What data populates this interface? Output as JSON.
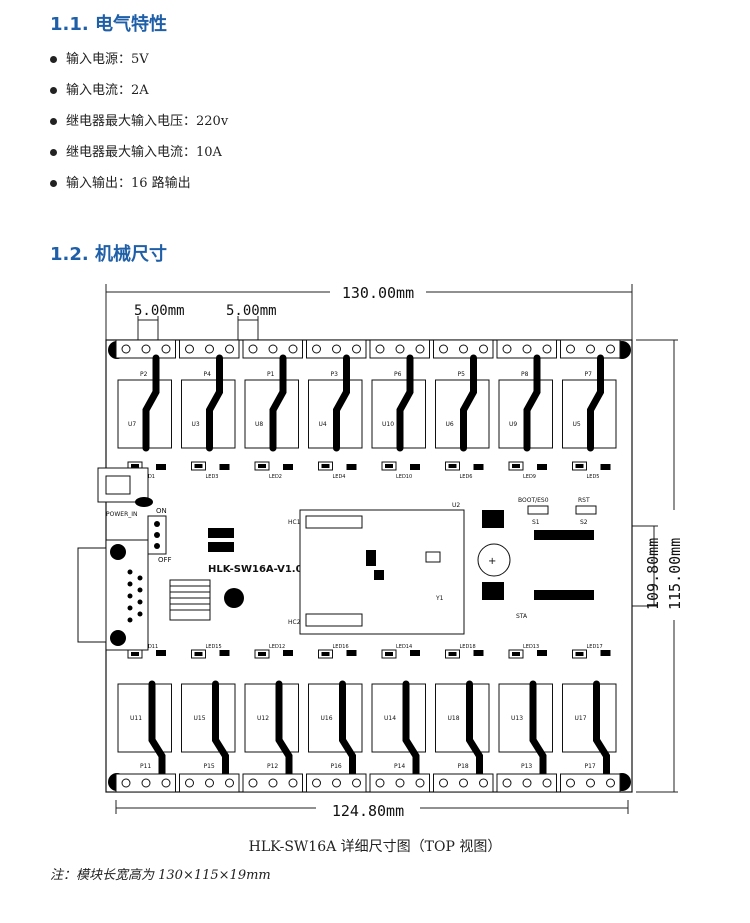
{
  "sections": {
    "electrical": {
      "title": "1.1. 电气特性",
      "items": [
        "输入电源：5V",
        "输入电流：2A",
        "继电器最大输入电压：220v",
        "继电器最大输入电流：10A",
        "输入输出：16 路输出"
      ]
    },
    "mechanical": {
      "title": "1.2. 机械尺寸"
    }
  },
  "drawing": {
    "dims": {
      "width_top": "130.00mm",
      "pitch_left": "5.00mm",
      "pitch_right": "5.00mm",
      "height_inner": "109.80mm",
      "height_outer": "115.00mm",
      "width_bottom": "124.80mm"
    },
    "board_label": "HLK-SW16A-V1.0",
    "connectors": {
      "power_in": "POWER_IN",
      "on": "ON",
      "off": "OFF"
    },
    "top_terminals": [
      "P2",
      "P4",
      "P1",
      "P3",
      "P6",
      "P5",
      "P8",
      "P7"
    ],
    "top_relays": [
      "U7",
      "U3",
      "U8",
      "U4",
      "U10",
      "U6",
      "U9",
      "U5"
    ],
    "bottom_terminals": [
      "P11",
      "P15",
      "P12",
      "P16",
      "P14",
      "P18",
      "P13",
      "P17"
    ],
    "bottom_relays": [
      "U11",
      "U15",
      "U12",
      "U16",
      "U14",
      "U18",
      "U13",
      "U17"
    ],
    "top_leds": [
      "LED1",
      "LED3",
      "LED2",
      "LED4",
      "LED10",
      "LED6",
      "LED9",
      "LED5"
    ],
    "bottom_leds": [
      "LED11",
      "LED15",
      "LED12",
      "LED16",
      "LED14",
      "LED18",
      "LED13",
      "LED17"
    ],
    "mcu_labels": {
      "u2": "U2",
      "hc1": "HC1",
      "hc2": "HC2",
      "sta": "STA",
      "boot": "BOOT/ES0",
      "rst": "RST",
      "s1": "S1",
      "s2": "S2",
      "y1": "Y1"
    }
  },
  "caption": "HLK-SW16A 详细尺寸图（TOP 视图）",
  "note": "注：模块长宽高为 130×115×19mm"
}
